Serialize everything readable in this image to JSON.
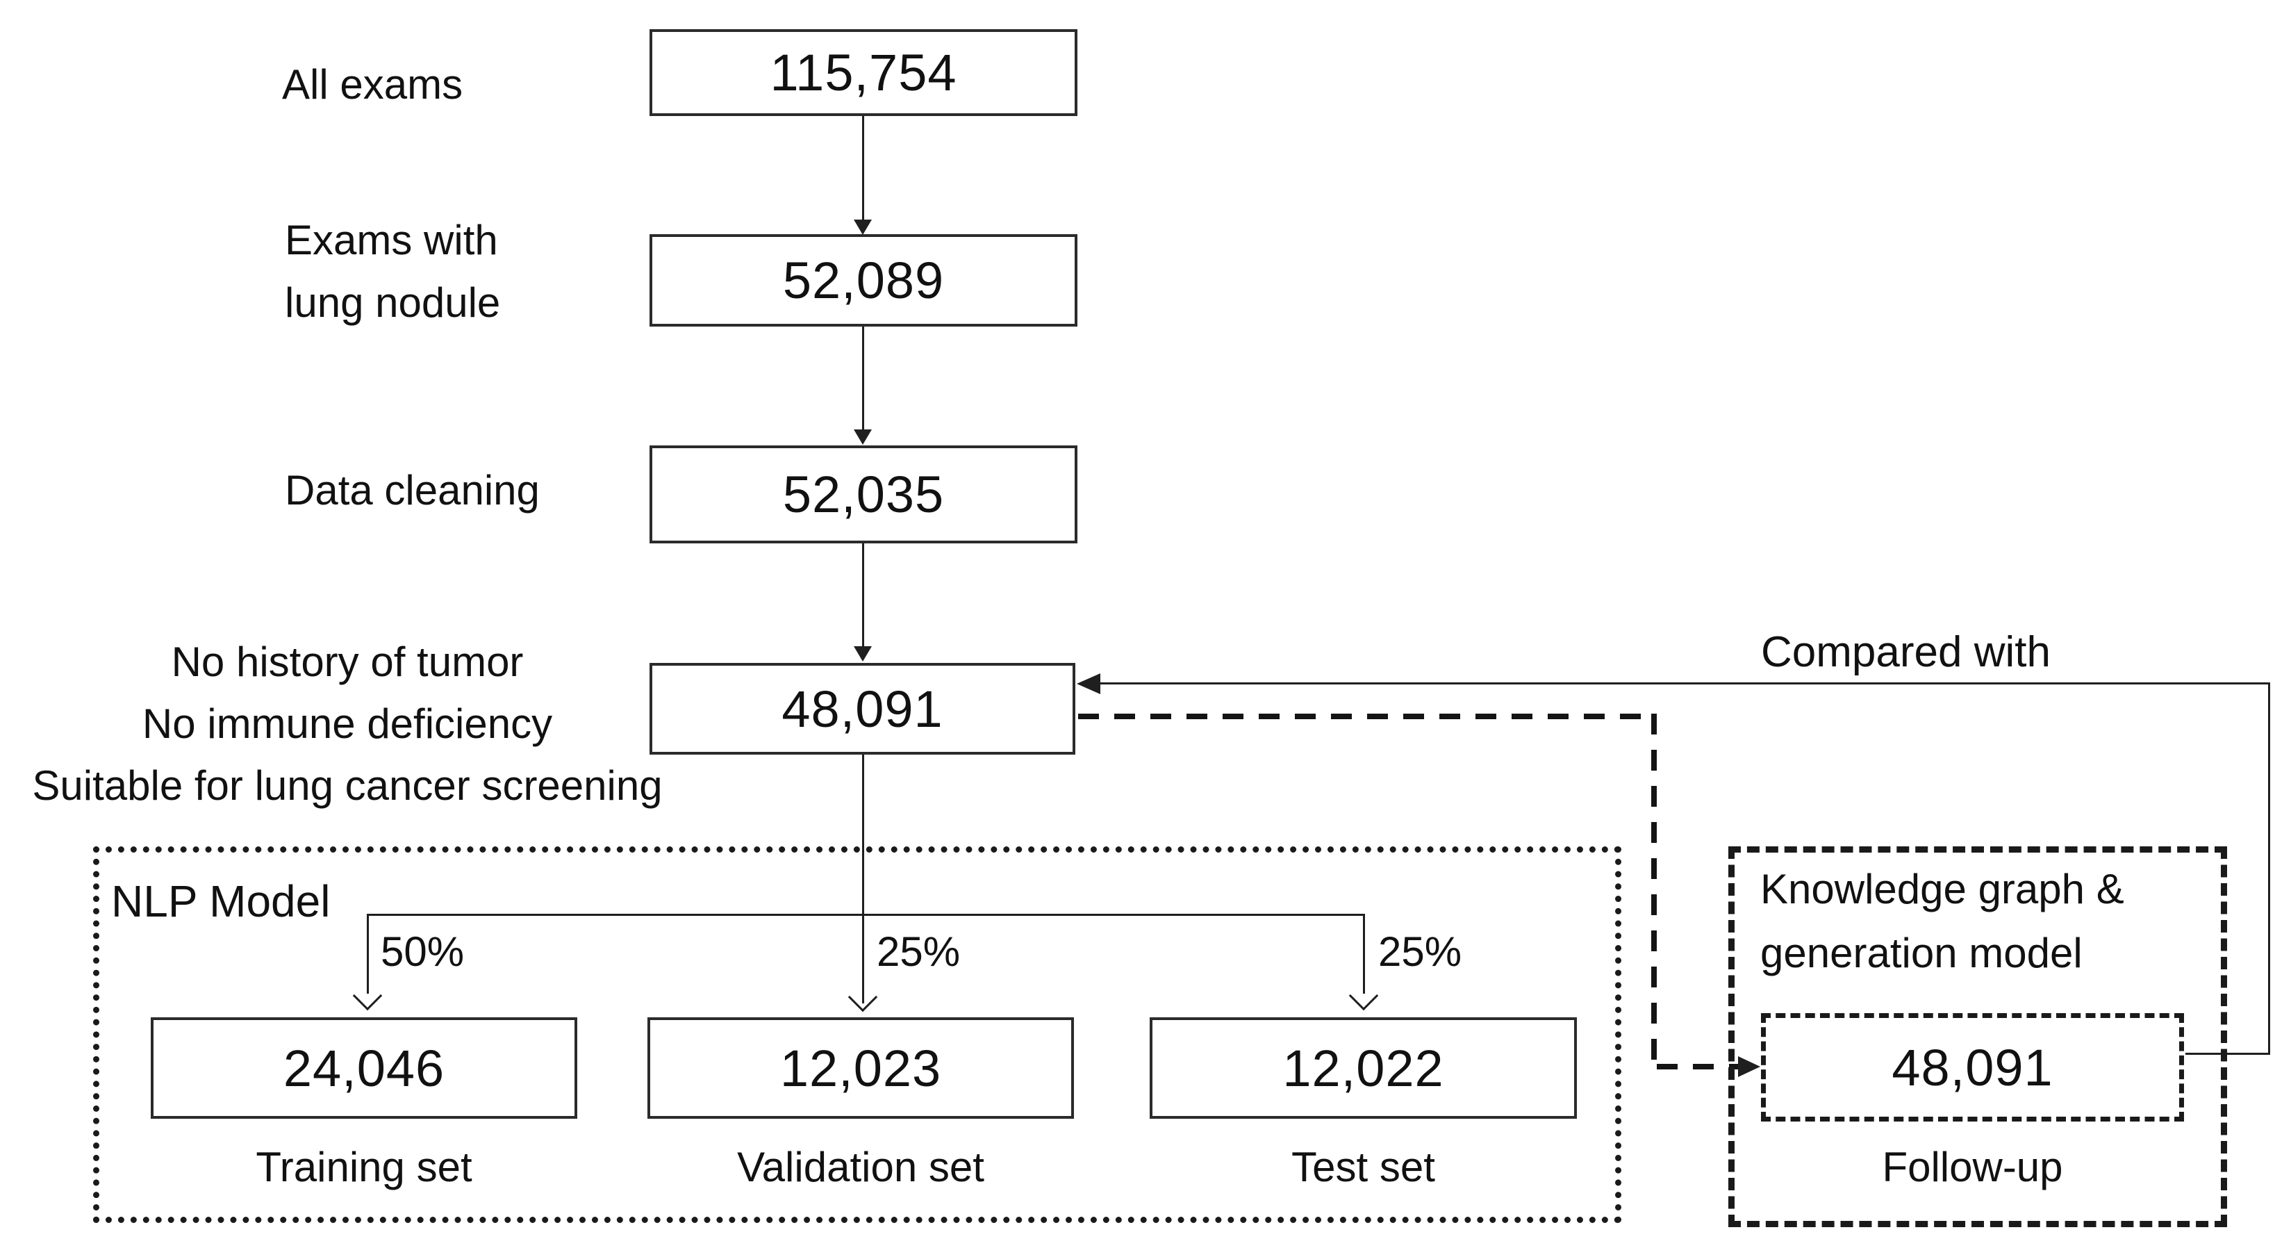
{
  "diagram": {
    "steps": [
      {
        "label_lines": [
          "All exams"
        ],
        "value": "115,754"
      },
      {
        "label_lines": [
          "Exams with",
          "lung nodule"
        ],
        "value": "52,089"
      },
      {
        "label_lines": [
          "Data cleaning"
        ],
        "value": "52,035"
      },
      {
        "label_lines": [
          "No history of tumor",
          "No immune deficiency",
          "Suitable for lung cancer screening"
        ],
        "value": "48,091"
      }
    ],
    "compared_with_label": "Compared with",
    "nlp": {
      "title": "NLP Model",
      "splits": [
        {
          "percent": "50%",
          "value": "24,046",
          "label": "Training set"
        },
        {
          "percent": "25%",
          "value": "12,023",
          "label": "Validation set"
        },
        {
          "percent": "25%",
          "value": "12,022",
          "label": "Test set"
        }
      ]
    },
    "knowledge": {
      "title_lines": [
        "Knowledge graph &",
        "generation model"
      ],
      "value": "48,091",
      "label": "Follow-up"
    },
    "colors": {
      "ink": "#1a1a1a",
      "background": "#ffffff"
    }
  }
}
